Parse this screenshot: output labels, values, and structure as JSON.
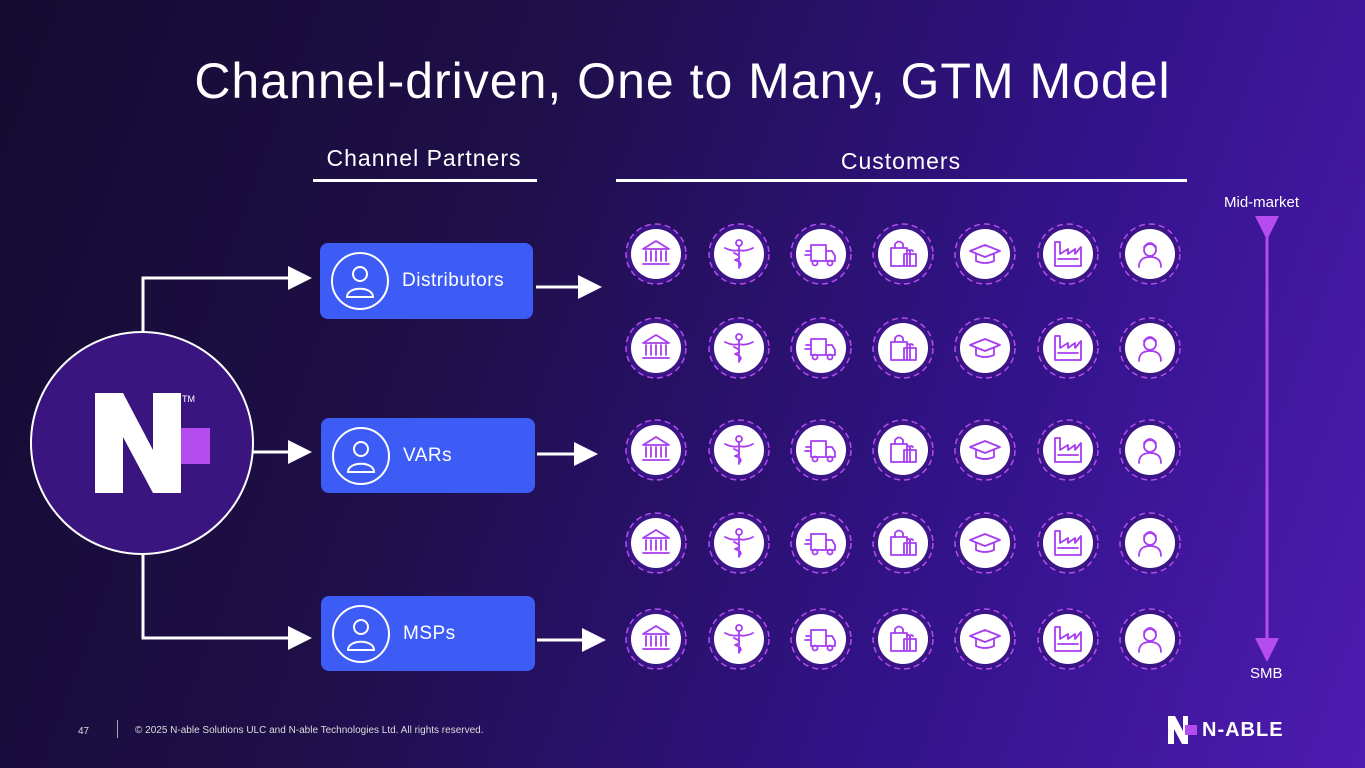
{
  "title": "Channel-driven, One to Many, GTM Model",
  "headers": {
    "partners": "Channel Partners",
    "customers": "Customers"
  },
  "partners": [
    {
      "label": "Distributors"
    },
    {
      "label": "VARs"
    },
    {
      "label": "MSPs"
    }
  ],
  "customer_icons": [
    "bank-icon",
    "caduceus-icon",
    "delivery-truck-icon",
    "shopping-gift-icon",
    "graduation-cap-icon",
    "factory-icon",
    "support-agent-icon"
  ],
  "customer_rows": 5,
  "scale": {
    "top": "Mid-market",
    "bottom": "SMB"
  },
  "footer": {
    "page": "47",
    "copyright": "© 2025 N-able Solutions ULC and N-able Technologies Ltd. All rights reserved.",
    "brand": "N-ABLE"
  },
  "colors": {
    "partner": "#3d5cf5",
    "accent": "#b44cf0",
    "icon": "#a63df0"
  }
}
